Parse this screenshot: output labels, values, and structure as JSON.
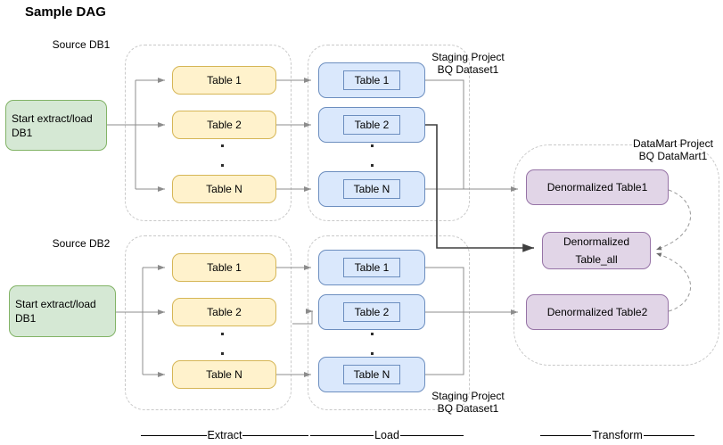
{
  "title": "Sample DAG",
  "colors": {
    "green_fill": "#d5e8d4",
    "green_stroke": "#82b366",
    "yellow_fill": "#fff2cc",
    "yellow_stroke": "#d6b656",
    "blue_fill": "#dae8fc",
    "blue_stroke": "#6c8ebf",
    "purple_fill": "#e1d5e7",
    "purple_stroke": "#9673a6",
    "container_stroke": "#c9c9c9",
    "connector": "#8c8c8c",
    "connector_dark": "#3f3f3f",
    "curve": "#9a9a9a",
    "text": "#000000"
  },
  "row1": {
    "source_label": "Source DB1",
    "start_node": [
      "Start extract/load",
      "DB1"
    ],
    "extract_tables": [
      "Table 1",
      "Table 2",
      "Table N"
    ],
    "load_tables": [
      "Table 1",
      "Table 2",
      "Table N"
    ],
    "staging_label": [
      "Staging Project",
      "BQ Dataset1"
    ]
  },
  "row2": {
    "source_label": "Source DB2",
    "start_node": [
      "Start extract/load",
      "DB1"
    ],
    "extract_tables": [
      "Table 1",
      "Table 2",
      "Table N"
    ],
    "load_tables": [
      "Table 1",
      "Table 2",
      "Table N"
    ],
    "staging_label": [
      "Staging Project",
      "BQ Dataset1"
    ]
  },
  "datamart": {
    "label": [
      "DataMart Project",
      "BQ DataMart1"
    ],
    "table1": "Denormalized Table1",
    "table_all": [
      "Denormalized",
      "Table_all"
    ],
    "table2": "Denormalized Table2"
  },
  "stages": {
    "extract": "Extract",
    "load": "Load",
    "transform": "Transform"
  }
}
